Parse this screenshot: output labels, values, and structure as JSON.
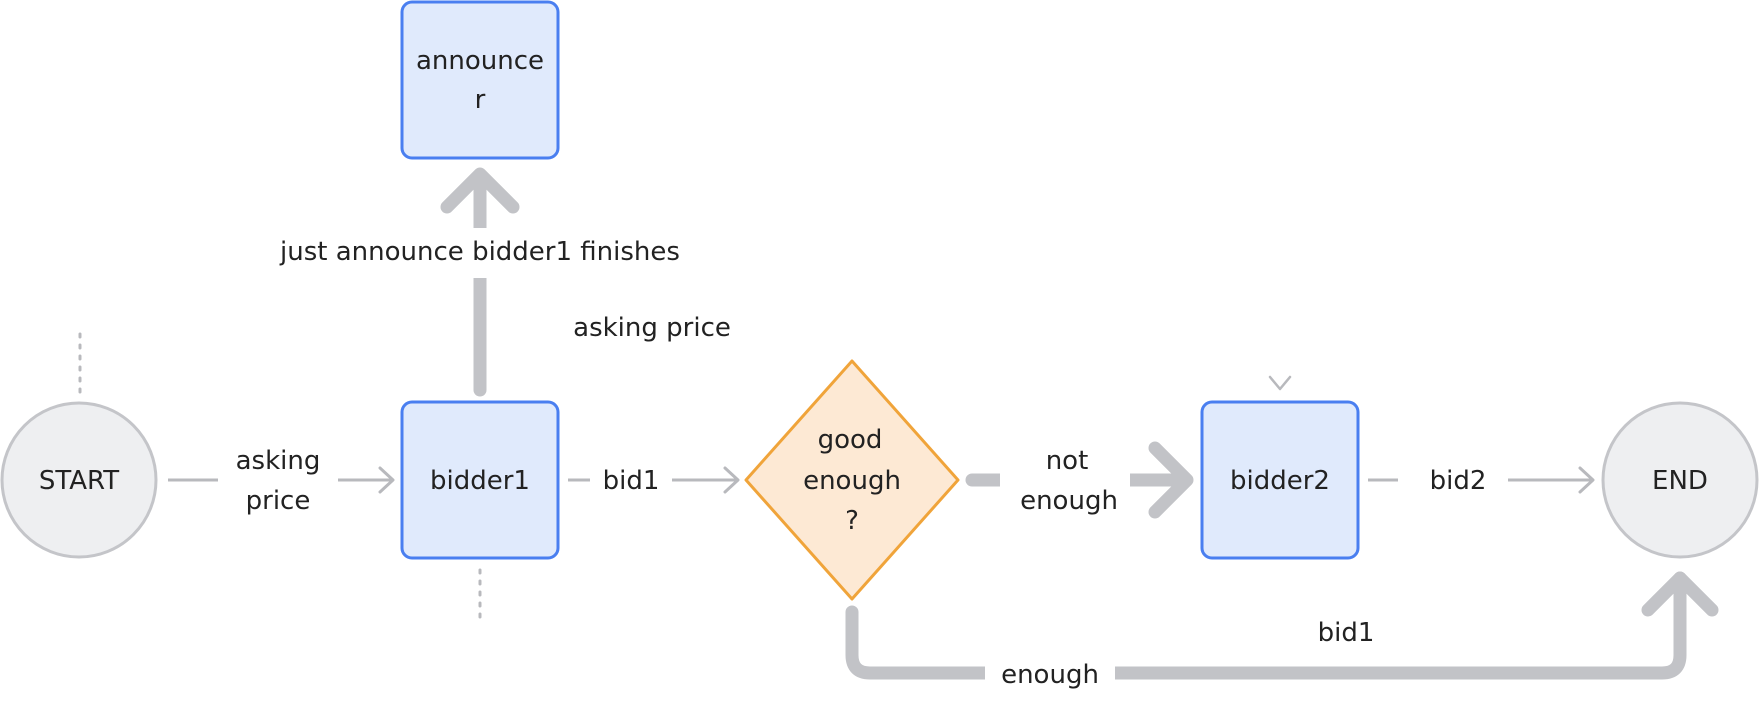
{
  "colors": {
    "process_fill": "#e0eafc",
    "process_stroke": "#4a7ff0",
    "decision_fill": "#fde9d4",
    "decision_stroke": "#f0a43a",
    "terminal_fill": "#eeeff1",
    "terminal_stroke": "#c4c5c9",
    "edge": "#c2c3c7",
    "edge_thin": "#b8b9bd"
  },
  "nodes": {
    "start": "START",
    "bidder1": "bidder1",
    "announcer": [
      "announce",
      "r"
    ],
    "decision": [
      "good",
      "enough",
      "?"
    ],
    "bidder2": "bidder2",
    "end": "END"
  },
  "edges": {
    "start_to_bidder1": [
      "asking",
      "price"
    ],
    "bidder1_to_decision": "bid1",
    "bidder1_to_announcer": "just announce bidder1 finishes",
    "start_to_bidder2": "asking price",
    "decision_to_bidder2": [
      "not",
      "enough"
    ],
    "bidder2_to_end": "bid2",
    "bidder1_to_end": "bid1",
    "decision_to_end": "enough"
  }
}
